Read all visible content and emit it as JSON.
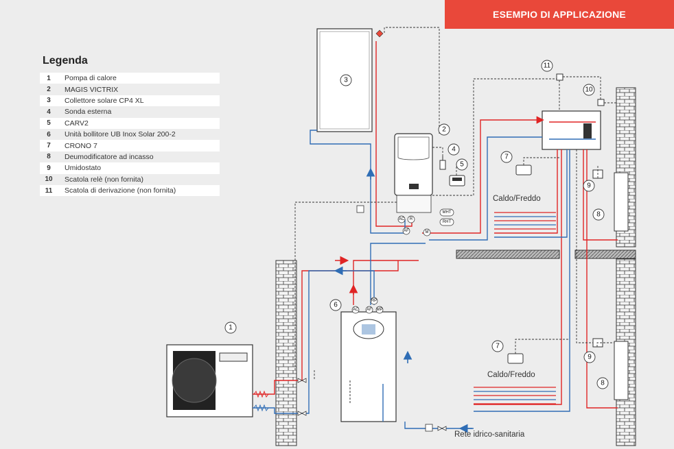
{
  "header": {
    "title": "ESEMPIO DI APPLICAZIONE"
  },
  "legend": {
    "title": "Legenda",
    "items": [
      {
        "num": "1",
        "label": "Pompa di calore"
      },
      {
        "num": "2",
        "label": "MAGIS VICTRIX"
      },
      {
        "num": "3",
        "label": "Collettore solare CP4 XL"
      },
      {
        "num": "4",
        "label": "Sonda esterna"
      },
      {
        "num": "5",
        "label": "CARV2"
      },
      {
        "num": "6",
        "label": "Unità bollitore UB Inox Solar 200-2"
      },
      {
        "num": "7",
        "label": "CRONO 7"
      },
      {
        "num": "8",
        "label": "Deumodificatore ad incasso"
      },
      {
        "num": "9",
        "label": "Umidostato"
      },
      {
        "num": "10",
        "label": "Scatola relè (non fornita)"
      },
      {
        "num": "11",
        "label": "Scatola di derivazione (non fornita)"
      }
    ]
  },
  "diagram": {
    "zone_upper_label": "Caldo/Freddo",
    "zone_lower_label": "Caldo/Freddo",
    "water_supply_label": "Rete idrico-sanitaria",
    "callouts": [
      "1",
      "2",
      "3",
      "4",
      "5",
      "6",
      "7",
      "7",
      "8",
      "8",
      "9",
      "9",
      "10",
      "11"
    ],
    "tags": {
      "mht": "MHT",
      "rht": "RHT",
      "ac": "AC",
      "af": "AF",
      "r": "R",
      "m": "M",
      "mp": "MP",
      "rp": "RP"
    },
    "colors": {
      "hot": "#e02424",
      "cold": "#2f6db5",
      "signal": "#333333",
      "accent": "#e9483a"
    }
  }
}
